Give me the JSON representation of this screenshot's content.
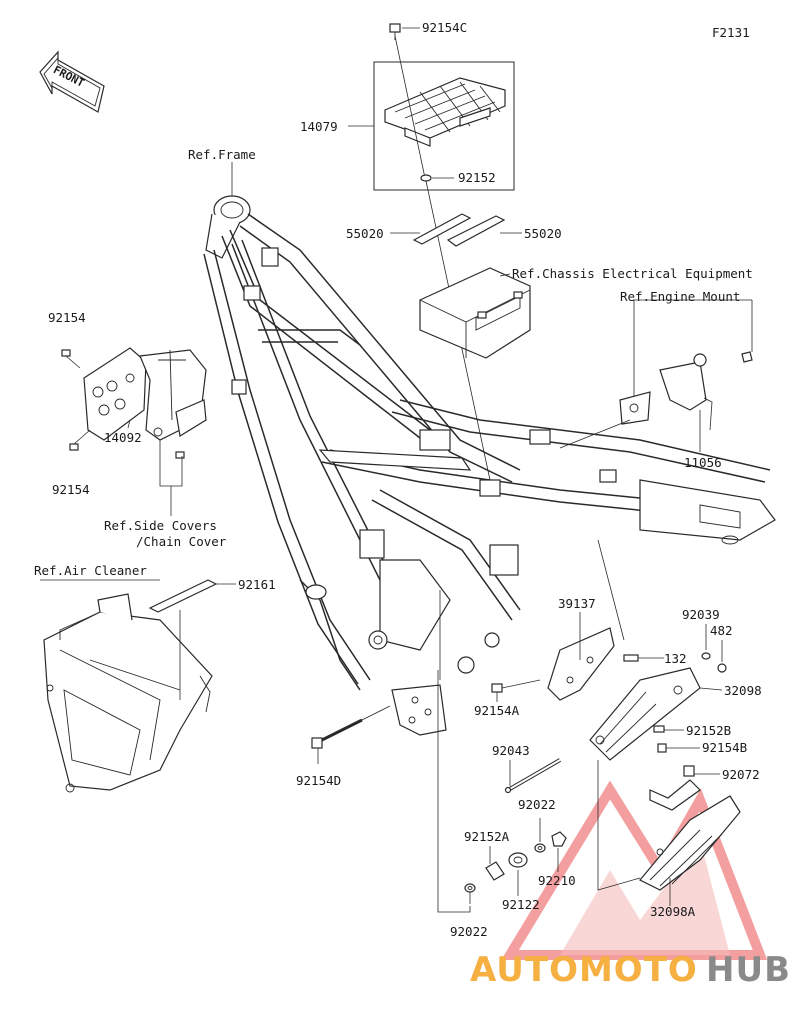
{
  "diagram_id": "F2131",
  "front_label": "FRONT",
  "references": {
    "frame": "Ref.Frame",
    "chassis_electrical": "Ref.Chassis Electrical Equipment",
    "engine_mount": "Ref.Engine Mount",
    "side_covers_1": "Ref.Side Covers",
    "side_covers_2": "/Chain Cover",
    "air_cleaner": "Ref.Air Cleaner"
  },
  "parts": {
    "p92154C": "92154C",
    "p14079": "14079",
    "p92152": "92152",
    "p55020_left": "55020",
    "p55020_right": "55020",
    "p92154_top": "92154",
    "p14092": "14092",
    "p92154_bottom": "92154",
    "p11056": "11056",
    "p92161": "92161",
    "p39137": "39137",
    "p92039": "92039",
    "p482": "482",
    "p132": "132",
    "p32098": "32098",
    "p92154A": "92154A",
    "p92152B": "92152B",
    "p92154B": "92154B",
    "p92043": "92043",
    "p92072": "92072",
    "p92154D": "92154D",
    "p92022_a": "92022",
    "p92152A": "92152A",
    "p92210": "92210",
    "p92122": "92122",
    "p32098A": "32098A",
    "p92022_b": "92022"
  },
  "watermark": {
    "part1": "AUTOMOTO",
    "part2": "HUB",
    "color_orange": "#f5b041",
    "color_gray": "#8a8a8a",
    "logo_red": "#e74c3c"
  }
}
